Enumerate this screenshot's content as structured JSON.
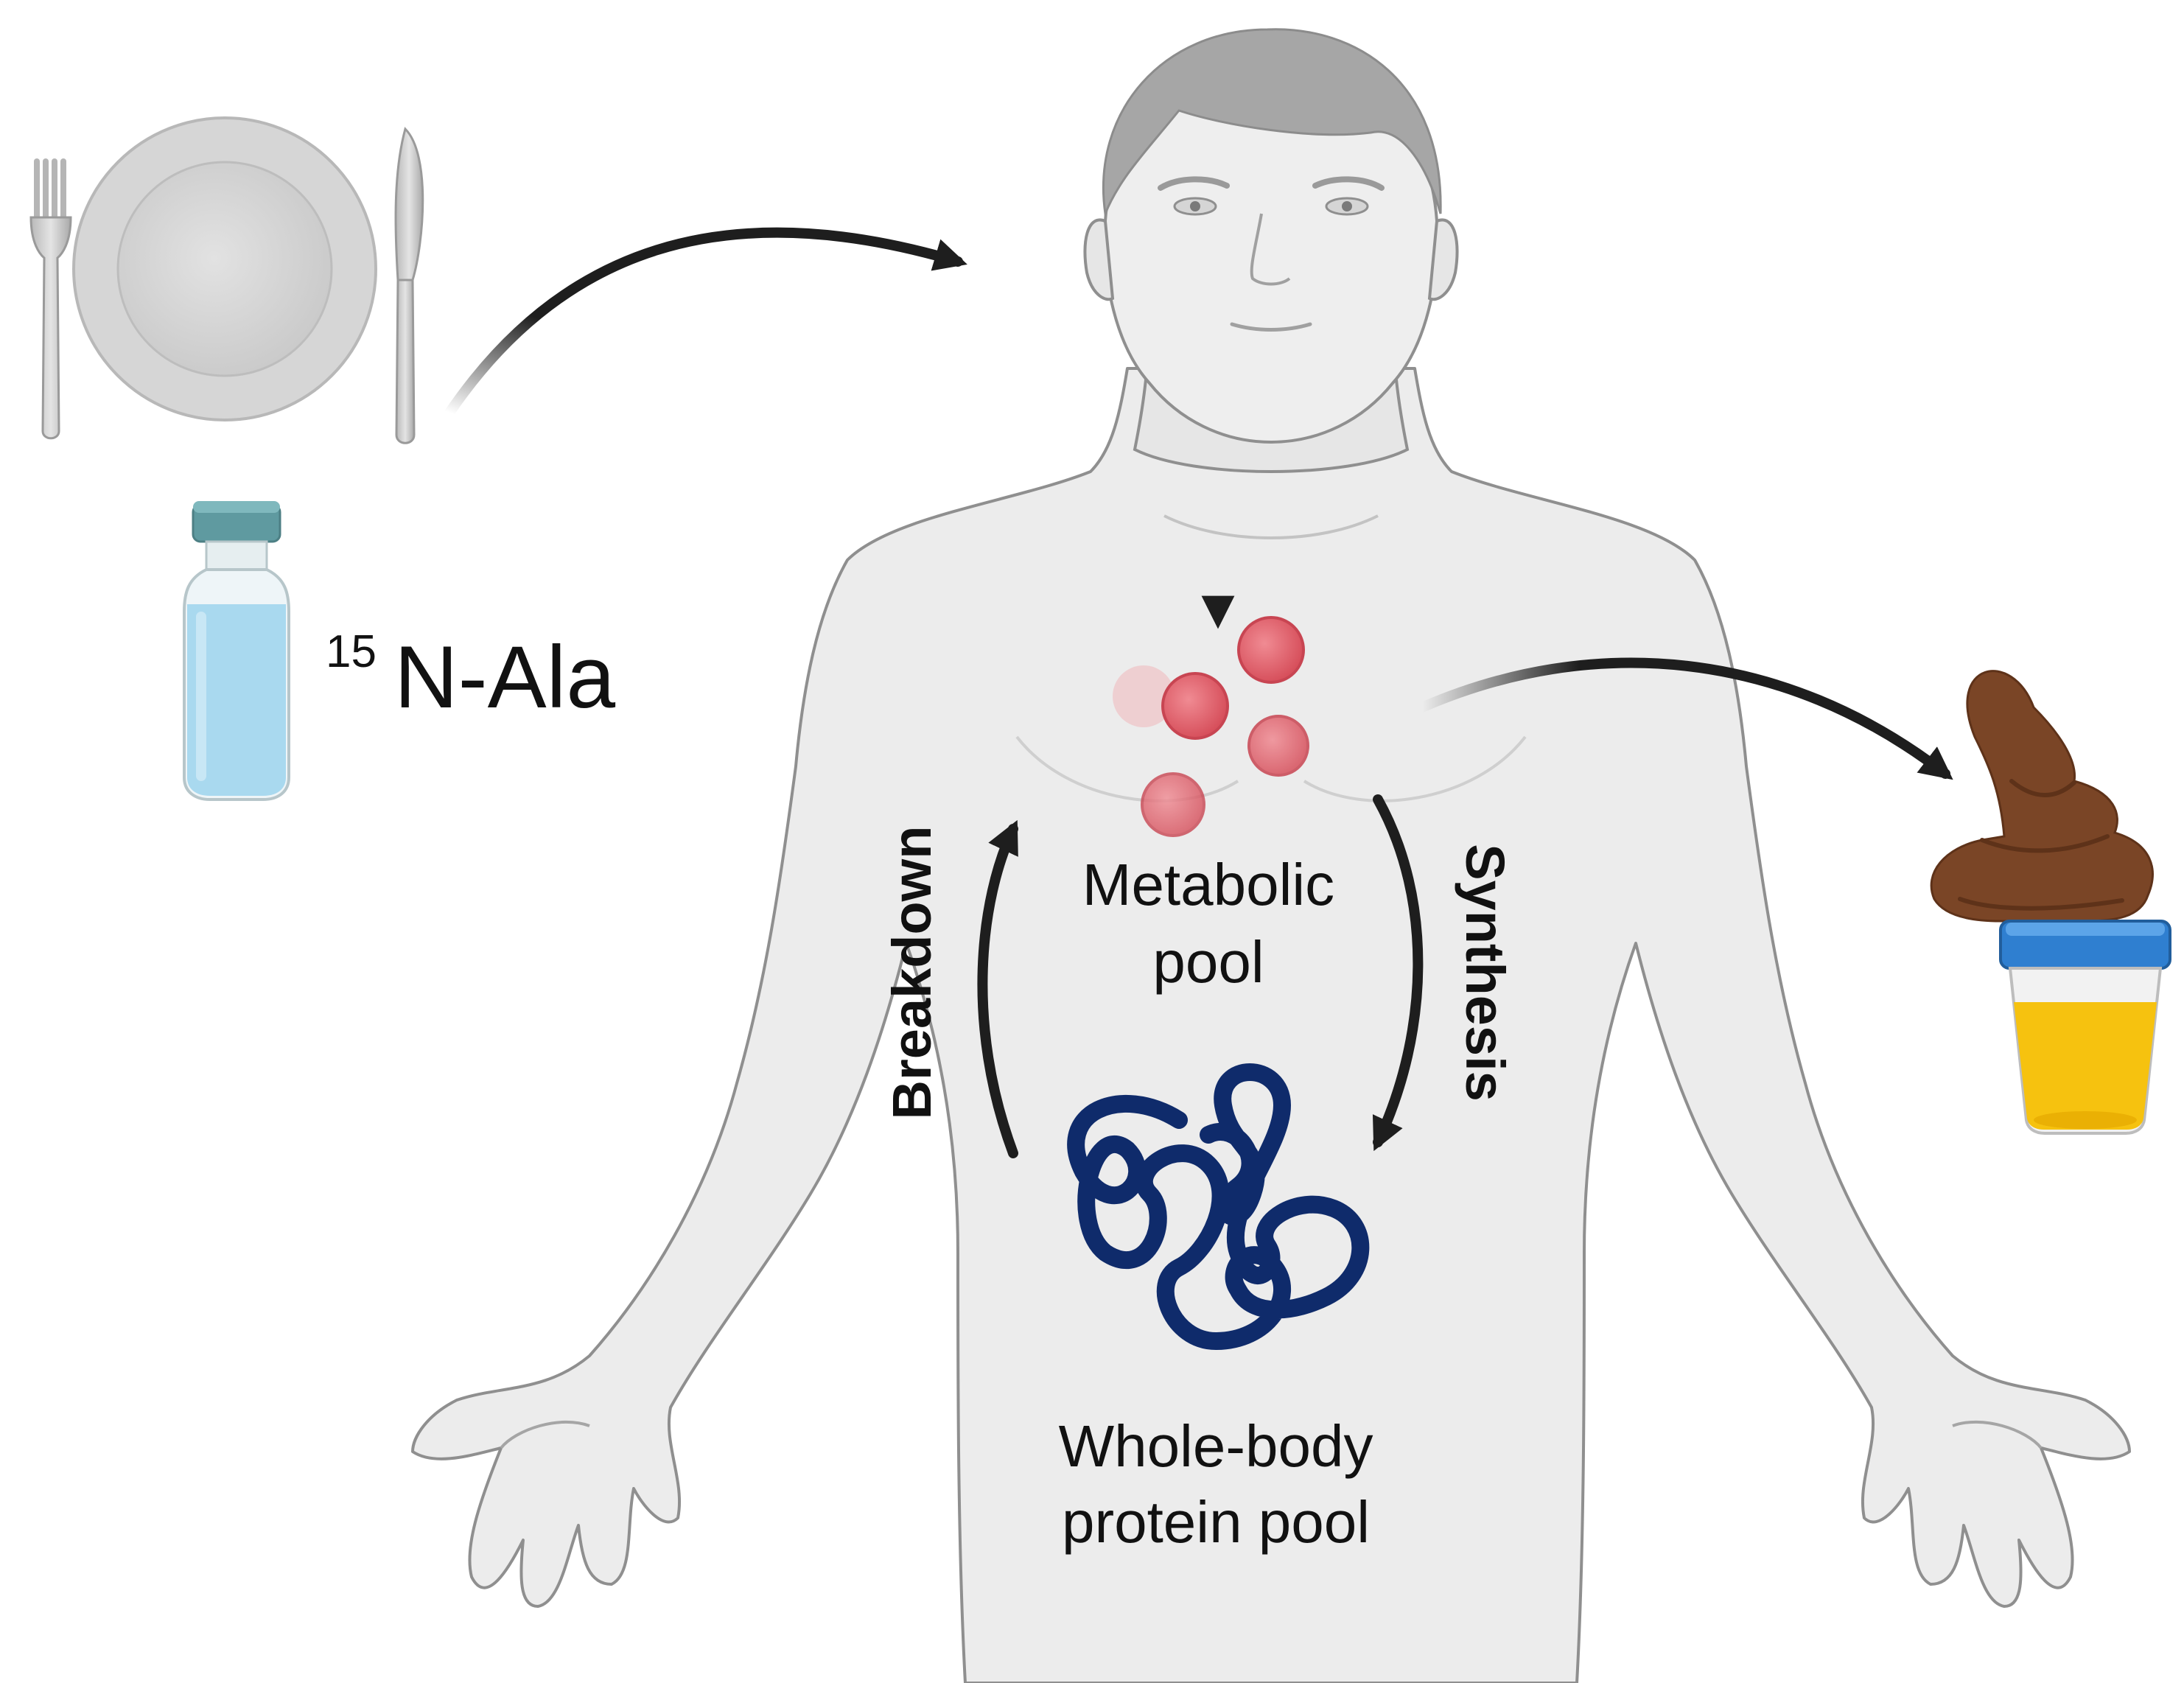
{
  "tracer": {
    "superscript": "15",
    "name": "N-Ala"
  },
  "pools": {
    "metabolic": [
      "Metabolic",
      "pool"
    ],
    "protein": [
      "Whole-body",
      "protein pool"
    ]
  },
  "processes": {
    "breakdown": "Breakdown",
    "synthesis": "Synthesis"
  },
  "icons": {
    "meal": [
      "fork-icon",
      "plate-icon",
      "knife-icon"
    ],
    "tracer": "vial-icon",
    "body": "human-body-icon",
    "metabolites": "amino-acid-particles-icon",
    "protein": "protein-coil-icon",
    "excreta": [
      "feces-icon",
      "urine-cup-icon"
    ]
  },
  "colors": {
    "arrow": "#1e1e1e",
    "body": "#ececec",
    "body_outline": "#8f8f8f",
    "hair": "#a6a6a6",
    "metabolite": "#e06a74",
    "protein": "#0f2b6b",
    "vial_liquid": "#a9d9ef",
    "vial_cap": "#5f9aa0",
    "urine": "#f6c20f",
    "urine_cap": "#2f7fd0",
    "feces": "#7a4526"
  }
}
